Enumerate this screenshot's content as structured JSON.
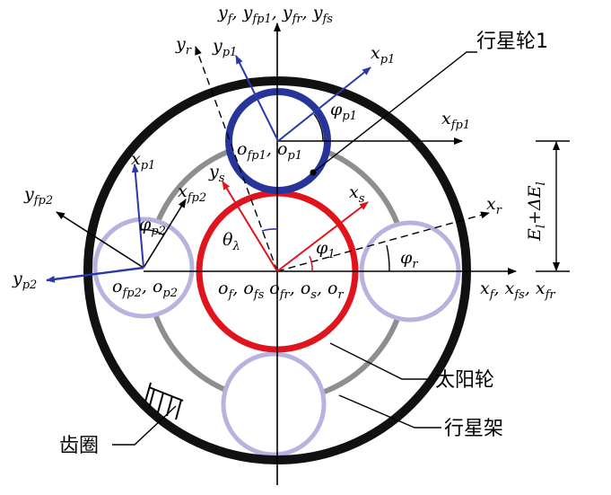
{
  "labels": {
    "y_top": "y",
    "y_top_sub": "f",
    "y_top_rest1": ", y",
    "y_top_sub2": "fp1",
    "y_top_rest2": ", y",
    "y_top_sub3": "fr",
    "y_top_rest3": ", y",
    "y_top_sub4": "fs",
    "yr": "y",
    "yr_sub": "r",
    "yp1": "y",
    "yp1_sub": "p1",
    "xp1_top": "x",
    "xp1_top_sub": "p1",
    "phi_p1": "φ",
    "phi_p1_sub": "p1",
    "xfp1": "x",
    "xfp1_sub": "fp1",
    "ofp1": "o",
    "ofp1_sub": "fp1",
    "ofp1_sep": ", o",
    "ofp1_sub2": "p1",
    "xp1_left": "x",
    "xp1_left_sub": "p1",
    "yfp2": "y",
    "yfp2_sub": "fp2",
    "xfp2": "x",
    "xfp2_sub": "fp2",
    "phi_p2": "φ",
    "phi_p2_sub": "p2",
    "yp2": "y",
    "yp2_sub": "p2",
    "ofp2": "o",
    "ofp2_sub": "fp2",
    "ofp2_sep": ", o",
    "ofp2_sub2": "p2",
    "ys": "y",
    "ys_sub": "s",
    "theta": "θ",
    "theta_sub": "λ",
    "xs": "x",
    "xs_sub": "s",
    "xr": "x",
    "xr_sub": "r",
    "phi1": "φ",
    "phi1_sub": "1",
    "phir": "φ",
    "phir_sub": "r",
    "of_group": "o",
    "of_sub": "f",
    "of_sep": ", o",
    "of_sub2": "fs",
    "of_sep2": ", o",
    "of_sub3": "fr",
    "of_sep3": ", o",
    "of_sub4": "s",
    "of_sep4": ", o",
    "of_sub5": "r",
    "x_right": "x",
    "x_right_sub": "f",
    "x_right_rest1": ", x",
    "x_right_sub2": "fs",
    "x_right_rest2": ", x",
    "x_right_sub3": "fr",
    "dim_E": "E",
    "dim_E_sub": "l",
    "dim_plus": "+ΔE",
    "dim_plus_sub": "l"
  },
  "callouts": {
    "planet1": "行星轮1",
    "sun": "太阳轮",
    "carrier": "行星架",
    "ring": "齿圈"
  },
  "colors": {
    "ring": "#111111",
    "carrier": "#8e8e8e",
    "planet1": "#27359a",
    "planet_light": "#b6b3de",
    "sun": "#e0141c",
    "axis_blue": "#2a38a8",
    "axis_red": "#e0141c"
  }
}
